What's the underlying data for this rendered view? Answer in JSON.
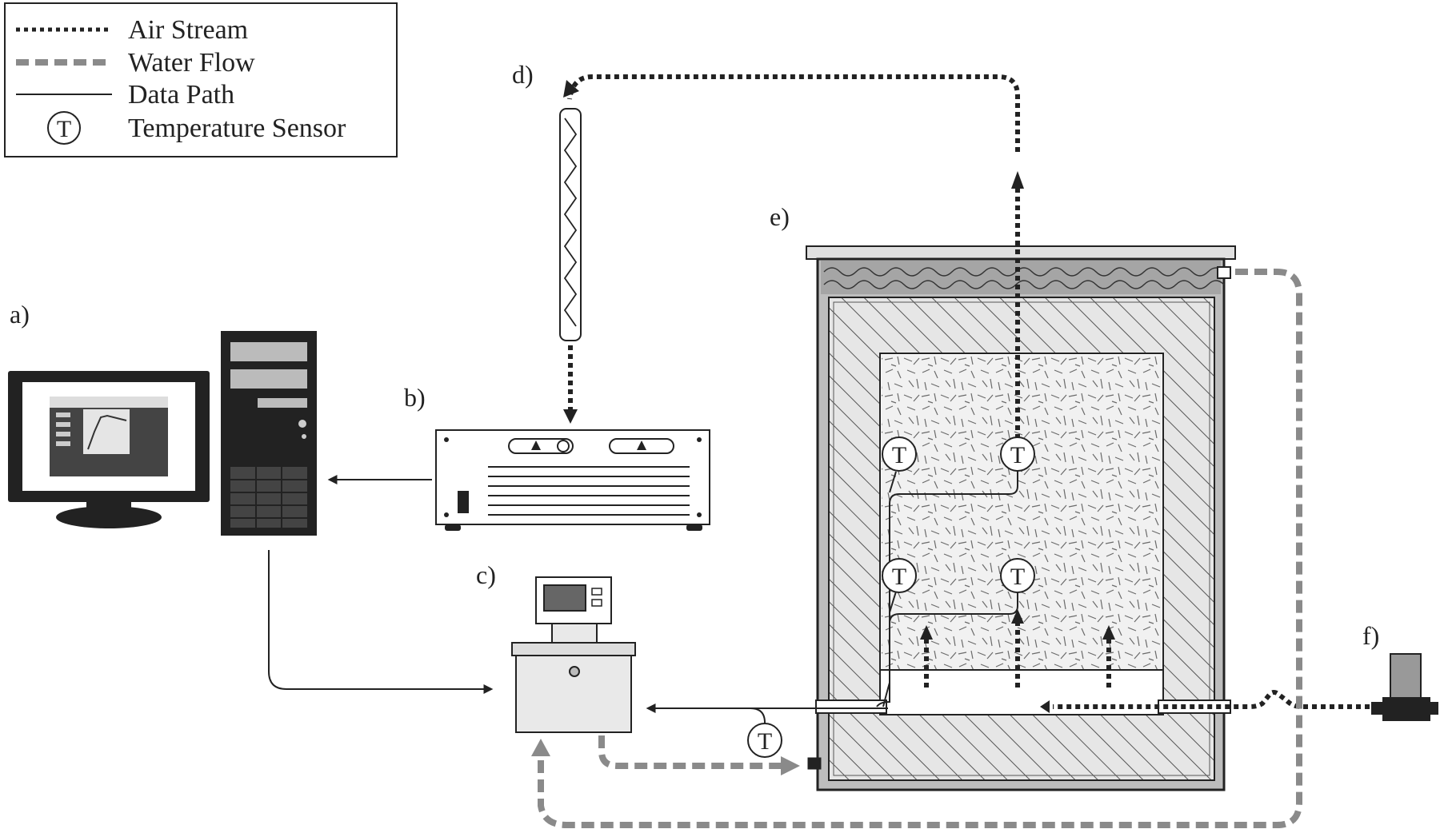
{
  "legend": {
    "items": [
      {
        "key": "air",
        "label": "Air Stream"
      },
      {
        "key": "water",
        "label": "Water Flow"
      },
      {
        "key": "data",
        "label": "Data Path"
      },
      {
        "key": "temp",
        "label": "Temperature Sensor",
        "symbol": "T"
      }
    ]
  },
  "components": {
    "a": "a)",
    "b": "b)",
    "c": "c)",
    "d": "d)",
    "e": "e)",
    "f": "f)"
  },
  "sensor_symbol": "T",
  "colors": {
    "ink": "#222222",
    "water_flow": "#8a8a8a",
    "hatch_fill": "#d9d9d9",
    "water_layer": "#9a9a9a",
    "device_fill": "#e9e9e9",
    "monitor_screen": "#ffffff"
  }
}
